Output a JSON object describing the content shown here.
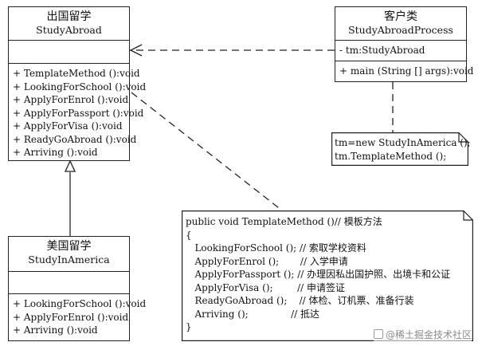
{
  "classes": {
    "study_abroad": {
      "name_cn": "出国留学",
      "name_en": "StudyAbroad",
      "methods": [
        "+ TemplateMethod ():void",
        "+ LookingForSchool ():void",
        "+ ApplyForEnrol ():void",
        "+ ApplyForPassport ():void",
        "+ ApplyForVisa ():void",
        "+ ReadyGoAbroad ():void",
        "+ Arriving ():void"
      ]
    },
    "client": {
      "name_cn": "客户类",
      "name_en": "StudyAbroadProcess",
      "attributes": [
        "- tm:StudyAbroad"
      ],
      "methods": [
        "+ main (String [] args):void"
      ]
    },
    "study_in_america": {
      "name_cn": "美国留学",
      "name_en": "StudyInAmerica",
      "methods": [
        "+ LookingForSchool ():void",
        "+ ApplyForEnrol ():void",
        "+ Arriving ():void"
      ]
    }
  },
  "notes": {
    "client_note": [
      "tm=new StudyInAmerica ();",
      "tm.TemplateMethod ();"
    ],
    "template_note": [
      "public void TemplateMethod ()// 模板方法",
      "{",
      "   LookingForSchool (); // 索取学校资料",
      "   ApplyForEnrol ();       // 入学申请",
      "   ApplyForPassport (); // 办理因私出国护照、出境卡和公证",
      "   ApplyForVisa ();        // 申请签证",
      "   ReadyGoAbroad ();    // 体检、订机票、准备行装",
      "   Arriving ();              // 抵达",
      "}"
    ]
  },
  "watermark": "@稀土掘金技术社区"
}
